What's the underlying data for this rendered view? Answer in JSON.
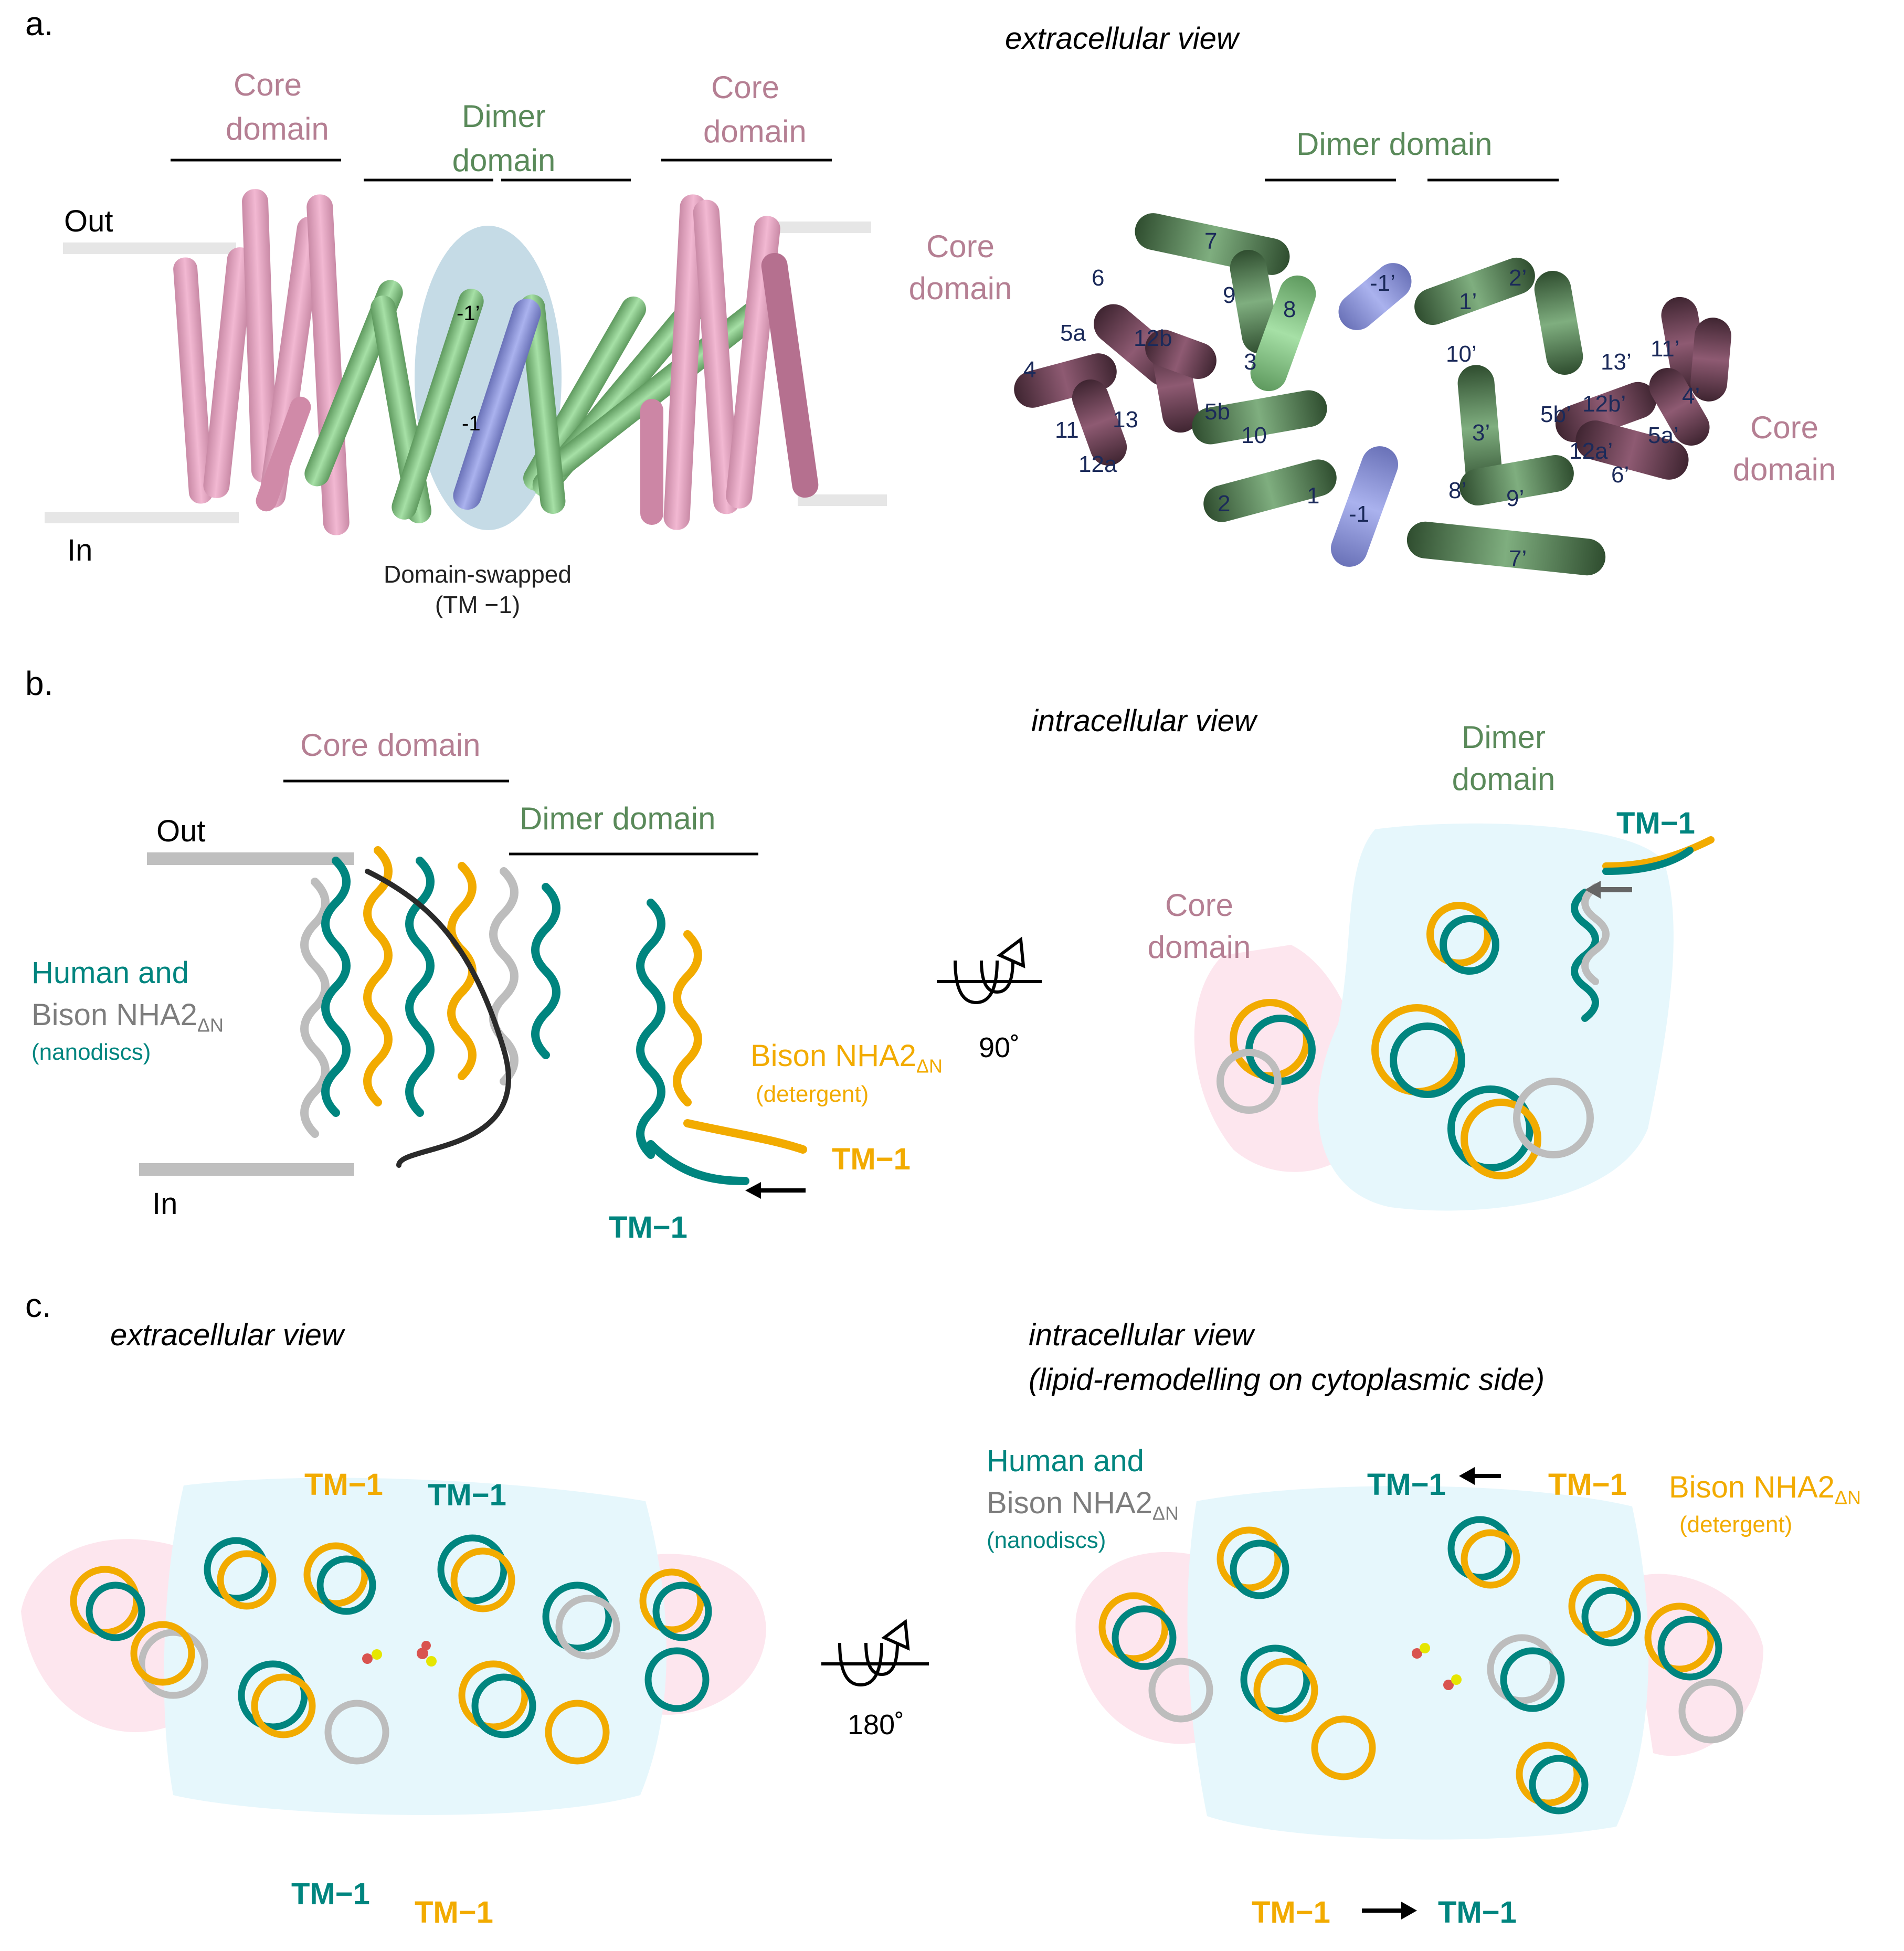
{
  "panels": {
    "a": {
      "letter": "a.",
      "left": {
        "core_left": [
          "Core",
          "domain"
        ],
        "dimer": [
          "Dimer",
          "domain"
        ],
        "core_right": [
          "Core",
          "domain"
        ],
        "out": "Out",
        "in": "In",
        "tm_labels": [
          "-1’",
          "-1"
        ],
        "swap_note": [
          "Domain-swapped",
          "(TM −1)"
        ]
      },
      "right": {
        "view": "extracellular view",
        "dimer": "Dimer domain",
        "core_left": [
          "Core",
          "domain"
        ],
        "core_right": [
          "Core",
          "domain"
        ],
        "helix_numbers": [
          "7",
          "6",
          "9",
          "8",
          "-1’",
          "1’",
          "2’",
          "5a",
          "12b",
          "3",
          "10’",
          "13’",
          "11’",
          "4",
          "4’",
          "5b",
          "12b’",
          "5b’",
          "11",
          "13",
          "10",
          "3’",
          "5a’",
          "12a",
          "12a’",
          "6’",
          "2",
          "1",
          "8’",
          "9’",
          "-1",
          "7’"
        ]
      }
    },
    "b": {
      "letter": "b.",
      "left": {
        "core": "Core domain",
        "dimer": "Dimer domain",
        "out": "Out",
        "in": "In",
        "human_line1": "Human and",
        "bison_line2": "Bison NHA2",
        "subscript": "ΔN",
        "nanodiscs": "(nanodiscs)",
        "bison_detergent": "Bison NHA2",
        "detergent": "(detergent)",
        "tm_gold": "TM−1",
        "tm_teal": "TM−1"
      },
      "rotation": "90˚",
      "right": {
        "view": "intracellular view",
        "dimer": [
          "Dimer",
          "domain"
        ],
        "core": [
          "Core",
          "domain"
        ],
        "tm_teal": "TM−1"
      }
    },
    "c": {
      "letter": "c.",
      "left": {
        "view": "extracellular view",
        "tm_gold_top": "TM−1",
        "tm_teal_top": "TM−1",
        "tm_teal_bottom": "TM−1",
        "tm_gold_bottom": "TM−1"
      },
      "rotation": "180˚",
      "right": {
        "view_line1": "intracellular view",
        "view_line2": "(lipid-remodelling on cytoplasmic side)",
        "human_line1": "Human and",
        "bison_line2": "Bison NHA2",
        "subscript": "ΔN",
        "nanodiscs": "(nanodiscs)",
        "bison_detergent": "Bison NHA2",
        "detergent": "(detergent)",
        "tm_teal_top": "TM−1",
        "tm_gold_top": "TM−1",
        "tm_gold_bottom": "TM−1",
        "tm_teal_bottom": "TM−1"
      }
    }
  },
  "colors": {
    "core_pink": "#e8a6c4",
    "core_dark": "#6b3a4f",
    "dimer_green": "#8fcf8f",
    "dimer_dark": "#4d7a4d",
    "tm_blue": "#8a93d6",
    "teal": "#00857f",
    "gold": "#f2ab00",
    "silver": "#bdbdbd"
  }
}
